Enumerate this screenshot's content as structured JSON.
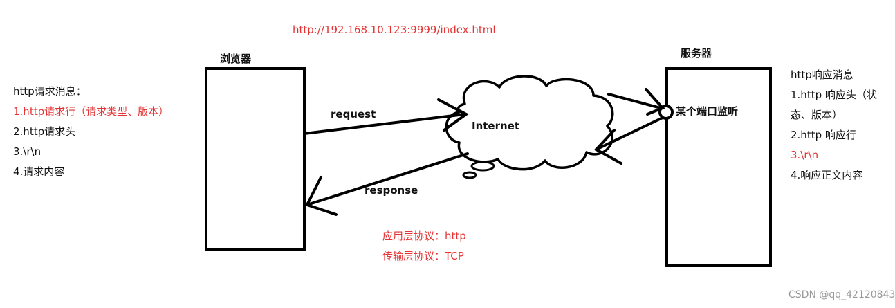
{
  "url": "http://192.168.10.123:9999/index.html",
  "browser": {
    "label": "浏览器"
  },
  "server": {
    "label": "服务器",
    "port_label": "某个端口监听"
  },
  "cloud": {
    "label": "Internet"
  },
  "arrows": {
    "request": "request",
    "response": "response"
  },
  "left_notes": {
    "title": "http请求消息：",
    "items": [
      "1.http请求行（请求类型、版本）",
      "2.http请求头",
      "3.\\r\\n",
      "4.请求内容"
    ]
  },
  "right_notes": {
    "title": "http响应消息",
    "items": [
      "1.http 响应头（状",
      "态、版本）",
      "2.http 响应行",
      "3.\\r\\n",
      "4.响应正文内容"
    ]
  },
  "protocols": [
    "应用层协议：http",
    "传输层协议：TCP"
  ],
  "watermark": "CSDN @qq_42120843",
  "colors": {
    "red": "#e53333",
    "stroke": "#000000",
    "watermark": "#9a9a9a"
  }
}
